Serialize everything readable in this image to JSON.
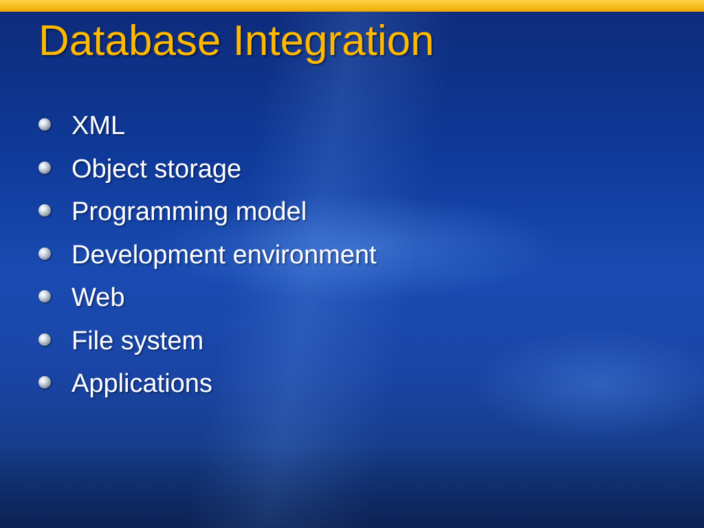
{
  "slide": {
    "title": "Database Integration",
    "bullets": [
      {
        "label": "XML"
      },
      {
        "label": "Object storage"
      },
      {
        "label": "Programming model"
      },
      {
        "label": "Development environment"
      },
      {
        "label": "Web"
      },
      {
        "label": "File system"
      },
      {
        "label": "Applications"
      }
    ]
  },
  "colors": {
    "title": "#ffb800",
    "accent_bar": "#f0ab00",
    "background": "#1a4bb2",
    "text": "#ffffff"
  },
  "icons": {
    "bullet": "sphere-bullet-icon"
  }
}
